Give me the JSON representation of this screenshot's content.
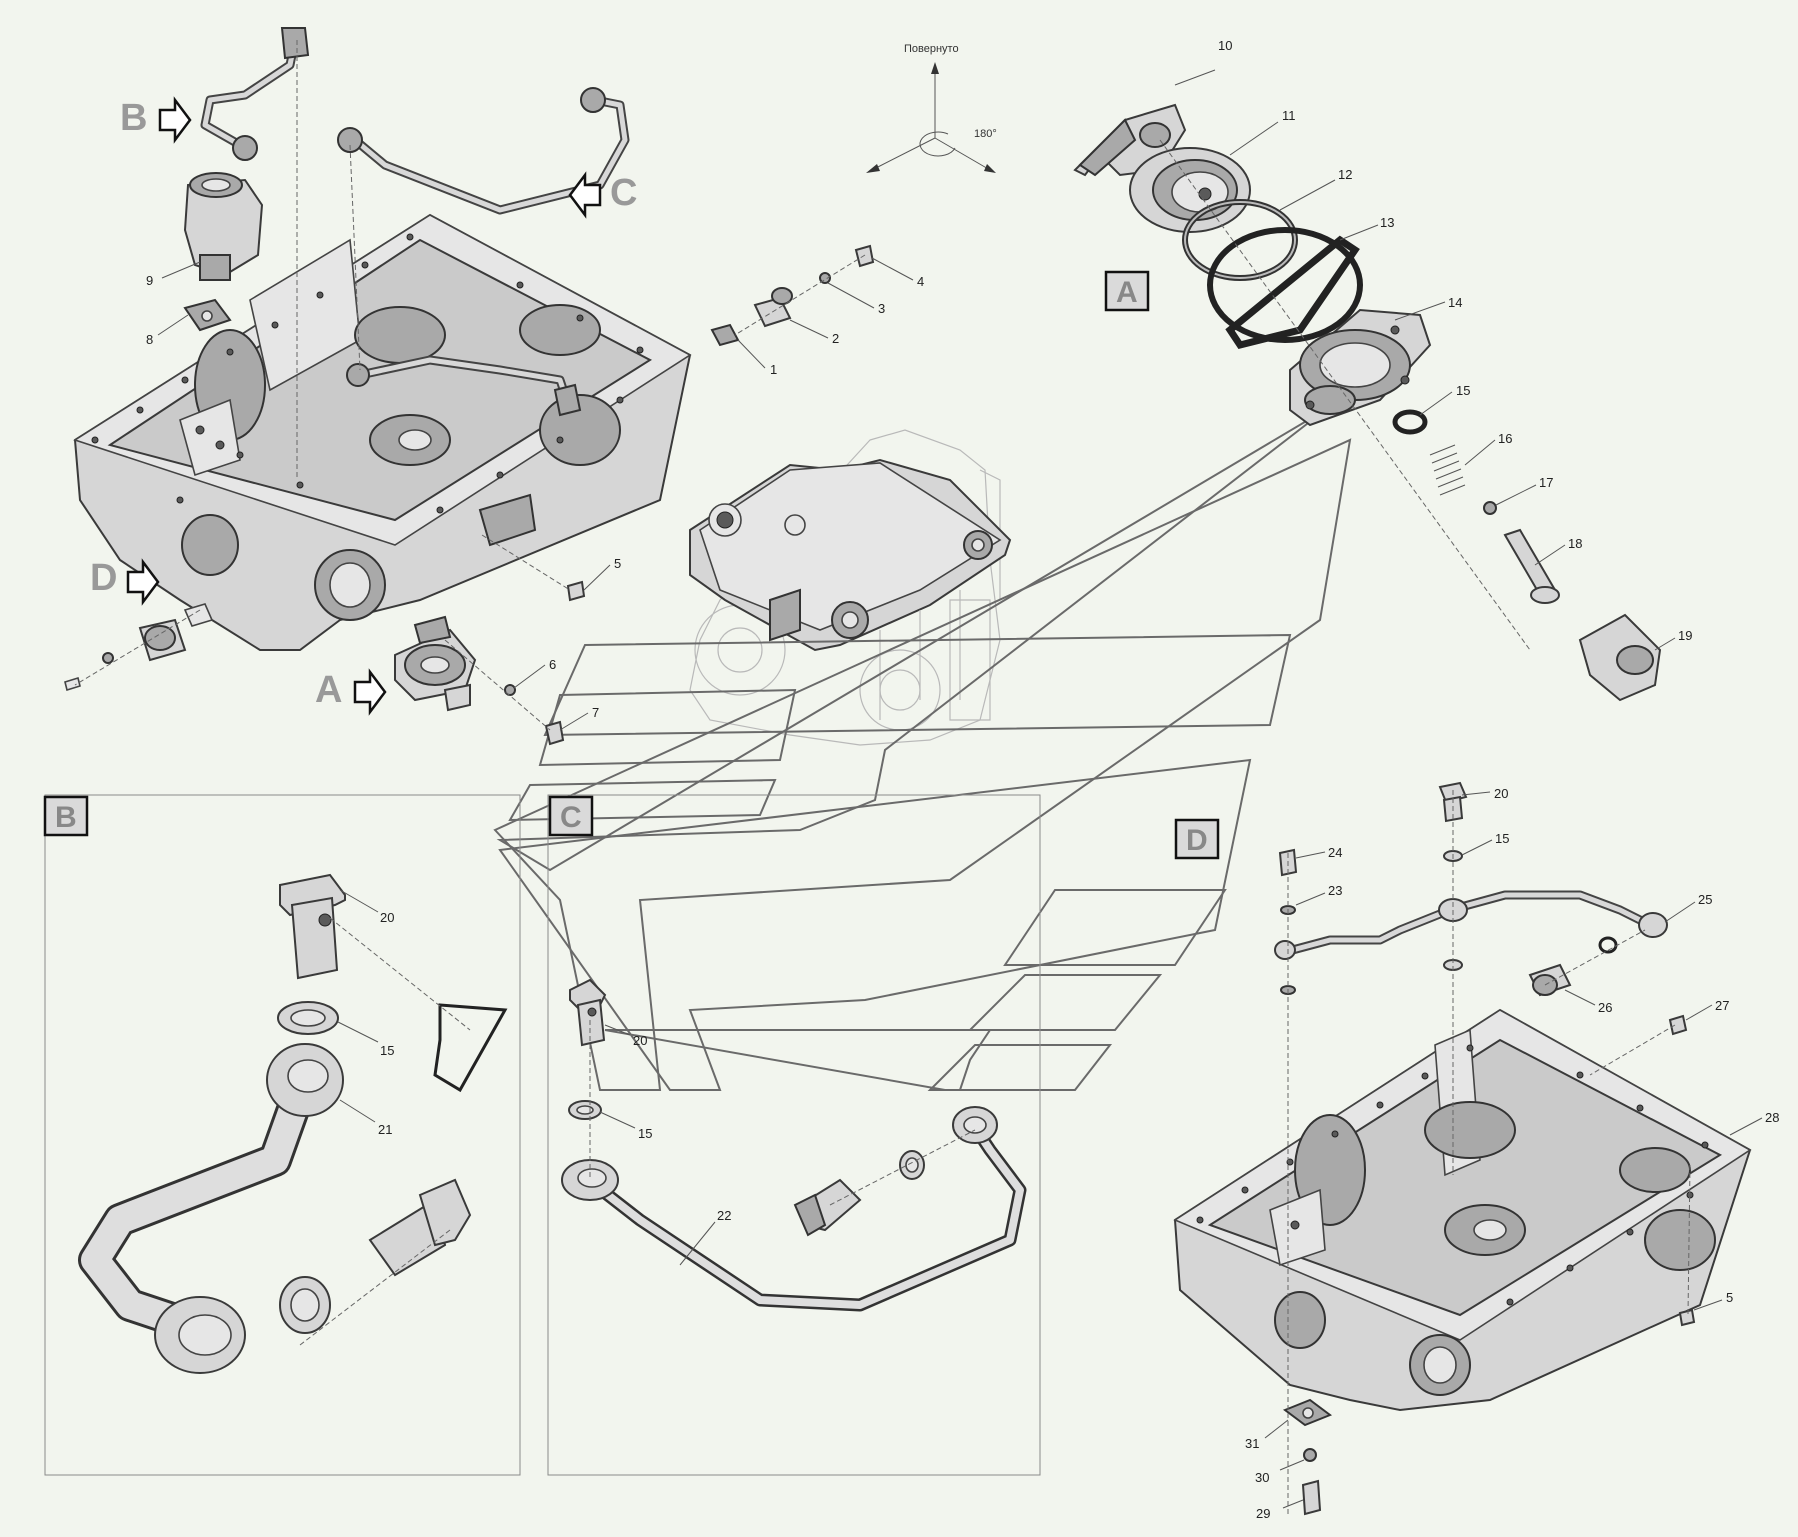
{
  "orientation": {
    "label": "Повернуто",
    "angle": "180°"
  },
  "views": {
    "A": "A",
    "B": "B",
    "C": "C",
    "D": "D"
  },
  "callouts": {
    "c1": "1",
    "c2": "2",
    "c3": "3",
    "c4": "4",
    "c5": "5",
    "c6": "6",
    "c7": "7",
    "c8": "8",
    "c9": "9",
    "c10": "10",
    "c11": "11",
    "c12": "12",
    "c13": "13",
    "c14": "14",
    "c15": "15",
    "c16": "16",
    "c17": "17",
    "c18": "18",
    "c19": "19",
    "c20": "20",
    "c21": "21",
    "c22": "22",
    "c23": "23",
    "c24": "24",
    "c25": "25",
    "c26": "26",
    "c27": "27",
    "c28": "28",
    "c29": "29",
    "c30": "30",
    "c31": "31"
  }
}
